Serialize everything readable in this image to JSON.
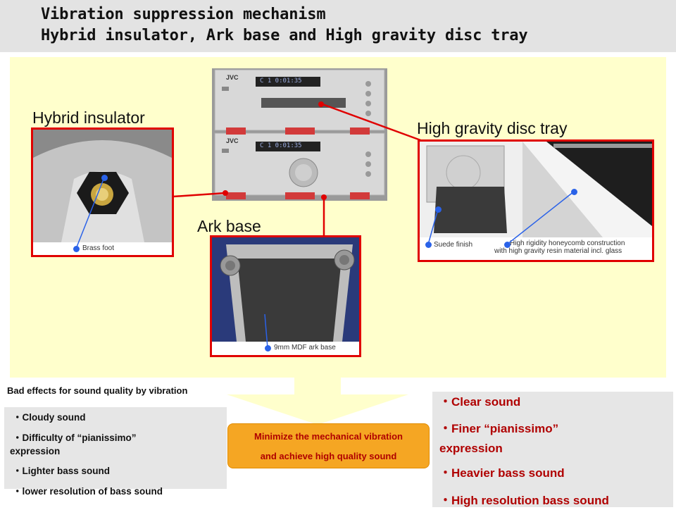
{
  "header": {
    "title_line1": "Vibration suppression mechanism",
    "title_line2": "Hybrid insulator, Ark base and High gravity disc tray"
  },
  "labels": {
    "hybrid_insulator": "Hybrid insulator",
    "high_gravity_disc_tray": "High gravity disc tray",
    "ark_base": "Ark base"
  },
  "captions": {
    "brass_foot": "Brass foot",
    "suede_finish": "Suede finish",
    "honeycomb_line1": "High rigidity honeycomb construction",
    "honeycomb_line2": "with high gravity resin material incl. glass",
    "mdf_ark_base": "9mm MDF ark base"
  },
  "product": {
    "brand_top": "JVC",
    "brand_bottom": "JVC",
    "display_top": "C 1  0:01:35",
    "display_bottom": "C 1  0:01:35"
  },
  "bad_effects": {
    "heading": "Bad effects for sound quality by vibration",
    "items": [
      "・Cloudy sound",
      "・Difficulty of “pianissimo”",
      "expression",
      "・Lighter bass sound",
      "・lower resolution of bass sound"
    ]
  },
  "center_box": {
    "line1": "Minimize the mechanical vibration",
    "line2": "and achieve high quality sound"
  },
  "good_effects": {
    "items": [
      "・Clear sound",
      "・Finer “pianissimo”",
      "expression",
      "・Heavier bass sound",
      "・High resolution bass sound"
    ]
  },
  "colors": {
    "accent_red": "#e00000",
    "result_red": "#b00000",
    "panel_yellow": "#ffffcc",
    "callout_orange": "#f5a623",
    "marker_blue": "#2a62e8"
  }
}
